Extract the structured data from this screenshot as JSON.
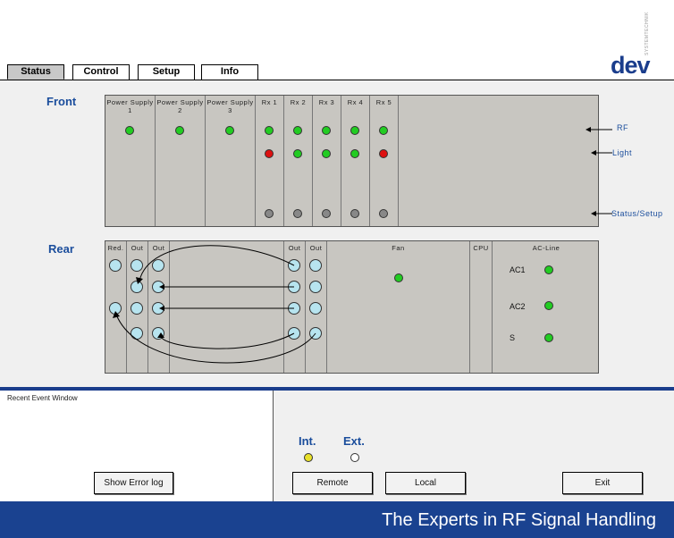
{
  "tabs": [
    {
      "label": "Status",
      "active": true
    },
    {
      "label": "Control",
      "active": false
    },
    {
      "label": "Setup",
      "active": false
    },
    {
      "label": "Info",
      "active": false
    }
  ],
  "logo": {
    "text": "dev",
    "subtext": "SYSTEMTECHNIK"
  },
  "front": {
    "label": "Front",
    "slots": [
      {
        "label": "Power Supply 1",
        "leds": [
          "green"
        ]
      },
      {
        "label": "Power Supply 2",
        "leds": [
          "green"
        ]
      },
      {
        "label": "Power Supply 3",
        "leds": [
          "green"
        ]
      },
      {
        "label": "Rx 1",
        "leds": [
          "green",
          "red",
          "gray"
        ]
      },
      {
        "label": "Rx 2",
        "leds": [
          "green",
          "green",
          "gray"
        ]
      },
      {
        "label": "Rx 3",
        "leds": [
          "green",
          "green",
          "gray"
        ]
      },
      {
        "label": "Rx 4",
        "leds": [
          "green",
          "green",
          "gray"
        ]
      },
      {
        "label": "Rx 5",
        "leds": [
          "green",
          "red",
          "gray"
        ]
      }
    ],
    "indicators": {
      "rf": "RF",
      "light": "Light",
      "status_setup": "Status/Setup"
    }
  },
  "rear": {
    "label": "Rear",
    "slot_labels": {
      "red": "Red.",
      "out1": "Out",
      "out2": "Out",
      "out3": "Out",
      "out4": "Out",
      "fan": "Fan",
      "cpu": "CPU",
      "acline": "AC-Line"
    },
    "ac": [
      {
        "label": "AC1",
        "status": "green"
      },
      {
        "label": "AC2",
        "status": "green"
      },
      {
        "label": "S",
        "status": "green"
      }
    ],
    "fan_status": "green"
  },
  "event_window": {
    "title": "Recent Event Window",
    "show_error_log": "Show Error log"
  },
  "controls": {
    "int_label": "Int.",
    "ext_label": "Ext.",
    "int_status": "yellow",
    "ext_status": "white",
    "remote": "Remote",
    "local": "Local",
    "exit": "Exit"
  },
  "colors": {
    "accent": "#1a4290",
    "panel": "#c8c6c1"
  },
  "footer": {
    "tagline": "The Experts in RF Signal Handling"
  }
}
